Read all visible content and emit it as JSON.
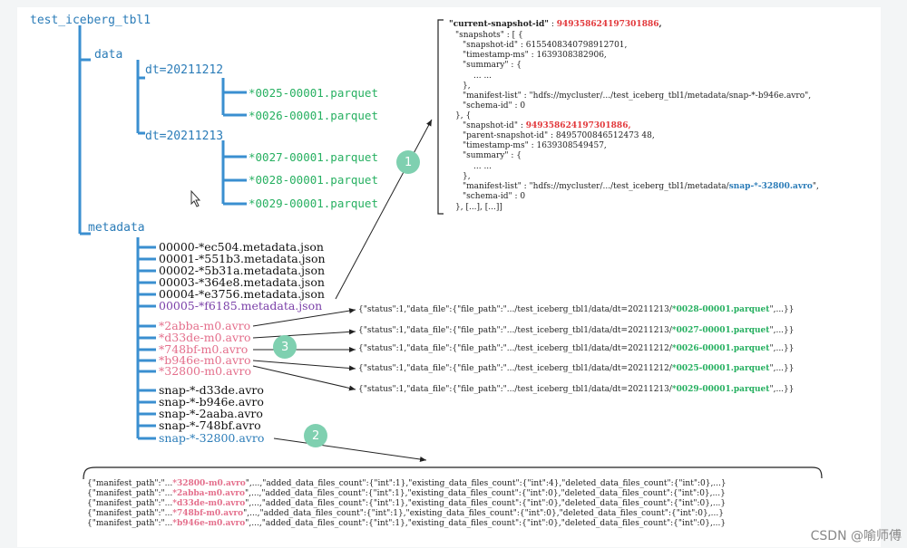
{
  "tree": {
    "root": "test_iceberg_tbl1",
    "data_dir": "data",
    "partitions": [
      "dt=20211212",
      "dt=20211213"
    ],
    "data_files": [
      "*0025-00001.parquet",
      "*0026-00001.parquet",
      "*0027-00001.parquet",
      "*0028-00001.parquet",
      "*0029-00001.parquet"
    ],
    "metadata_dir": "metadata",
    "metadata_json": [
      "00000-*ec504.metadata.json",
      "00001-*551b3.metadata.json",
      "00002-*5b31a.metadata.json",
      "00003-*364e8.metadata.json",
      "00004-*e3756.metadata.json",
      "00005-*f6185.metadata.json"
    ],
    "manifests": [
      "*2abba-m0.avro",
      "*d33de-m0.avro",
      "*748bf-m0.avro",
      "*b946e-m0.avro",
      "*32800-m0.avro"
    ],
    "snapshots": [
      "snap-*-d33de.avro",
      "snap-*-b946e.avro",
      "snap-*-2aaba.avro",
      "snap-*-748bf.avro",
      "snap-*-32800.avro"
    ]
  },
  "badges": [
    "1",
    "2",
    "3"
  ],
  "metadata_json_view": {
    "current_snapshot_key": "\"current-snapshot-id\"",
    "current_snapshot_value": "949358624197301886",
    "l_snapshots": "\"snapshots\" : [ {",
    "s1_id_key": "\"snapshot-id\" :",
    "s1_id_val": "6155408340798912701,",
    "s1_ts": "\"timestamp-ms\" : 1639308382906,",
    "summary_open": "\"summary\" : {",
    "ellipsis": "... ...",
    "close_brace": "},",
    "s1_manifest_key": "\"manifest-list\" : \"hdfs://mycluster/.../test_iceberg_tbl1/metadata/snap-*-b946e.avro\",",
    "schema_id": "\"schema-id\" : 0",
    "between": "}, {",
    "s2_id_key": "\"snapshot-id\" :",
    "s2_id_val": "949358624197301886,",
    "s2_parent": "\"parent-snapshot-id\" : 8495700846512473 48,",
    "s2_ts": "\"timestamp-ms\" : 1639308549457,",
    "s2_manifest_prefix": "\"manifest-list\" : \"hdfs://mycluster/.../test_iceberg_tbl1/metadata/",
    "s2_manifest_hl": "snap-*-32800.avro",
    "s2_manifest_suffix": "\",",
    "tail": "}, [...], [...]]"
  },
  "manifest_entries": [
    {
      "prefix": "{\"status\":1,\"data_file\":{\"file_path\":\".../test_iceberg_tbl1/data/dt=20211213/",
      "file": "*0028-00001.parquet",
      "suffix": "\",...}}"
    },
    {
      "prefix": "{\"status\":1,\"data_file\":{\"file_path\":\".../test_iceberg_tbl1/data/dt=20211213/",
      "file": "*0027-00001.parquet",
      "suffix": "\",...}}"
    },
    {
      "prefix": "{\"status\":1,\"data_file\":{\"file_path\":\".../test_iceberg_tbl1/data/dt=20211212/",
      "file": "*0026-00001.parquet",
      "suffix": "\",...}}"
    },
    {
      "prefix": "{\"status\":1,\"data_file\":{\"file_path\":\".../test_iceberg_tbl1/data/dt=20211212/",
      "file": "*0025-00001.parquet",
      "suffix": "\",...}}"
    },
    {
      "prefix": "{\"status\":1,\"data_file\":{\"file_path\":\".../test_iceberg_tbl1/data/dt=20211213/",
      "file": "*0029-00001.parquet",
      "suffix": "\",...}}"
    }
  ],
  "snapshot_list_rows": [
    {
      "prefix": "{\"manifest_path\":\"...",
      "file": "*32800-m0.avro",
      "suffix": "\",...,\"added_data_files_count\":{\"int\":1},\"existing_data_files_count\":{\"int\":4},\"deleted_data_files_count\":{\"int\":0},...}"
    },
    {
      "prefix": "{\"manifest_path\":\"...",
      "file": "*2abba-m0.avro",
      "suffix": "\",...,\"added_data_files_count\":{\"int\":1},\"existing_data_files_count\":{\"int\":0},\"deleted_data_files_count\":{\"int\":0},...}"
    },
    {
      "prefix": "{\"manifest_path\":\"...",
      "file": "*d33de-m0.avro",
      "suffix": "\",...,\"added_data_files_count\":{\"int\":1},\"existing_data_files_count\":{\"int\":0},\"deleted_data_files_count\":{\"int\":0},...}"
    },
    {
      "prefix": "{\"manifest_path\":\"...",
      "file": "*748bf-m0.avro",
      "suffix": "\",...,\"added_data_files_count\":{\"int\":1},\"existing_data_files_count\":{\"int\":0},\"deleted_data_files_count\":{\"int\":0},...}"
    },
    {
      "prefix": "{\"manifest_path\":\"...",
      "file": "*b946e-m0.avro",
      "suffix": "\",...,\"added_data_files_count\":{\"int\":1},\"existing_data_files_count\":{\"int\":0},\"deleted_data_files_count\":{\"int\":0},...}"
    }
  ],
  "watermark": "CSDN @喻师傅"
}
